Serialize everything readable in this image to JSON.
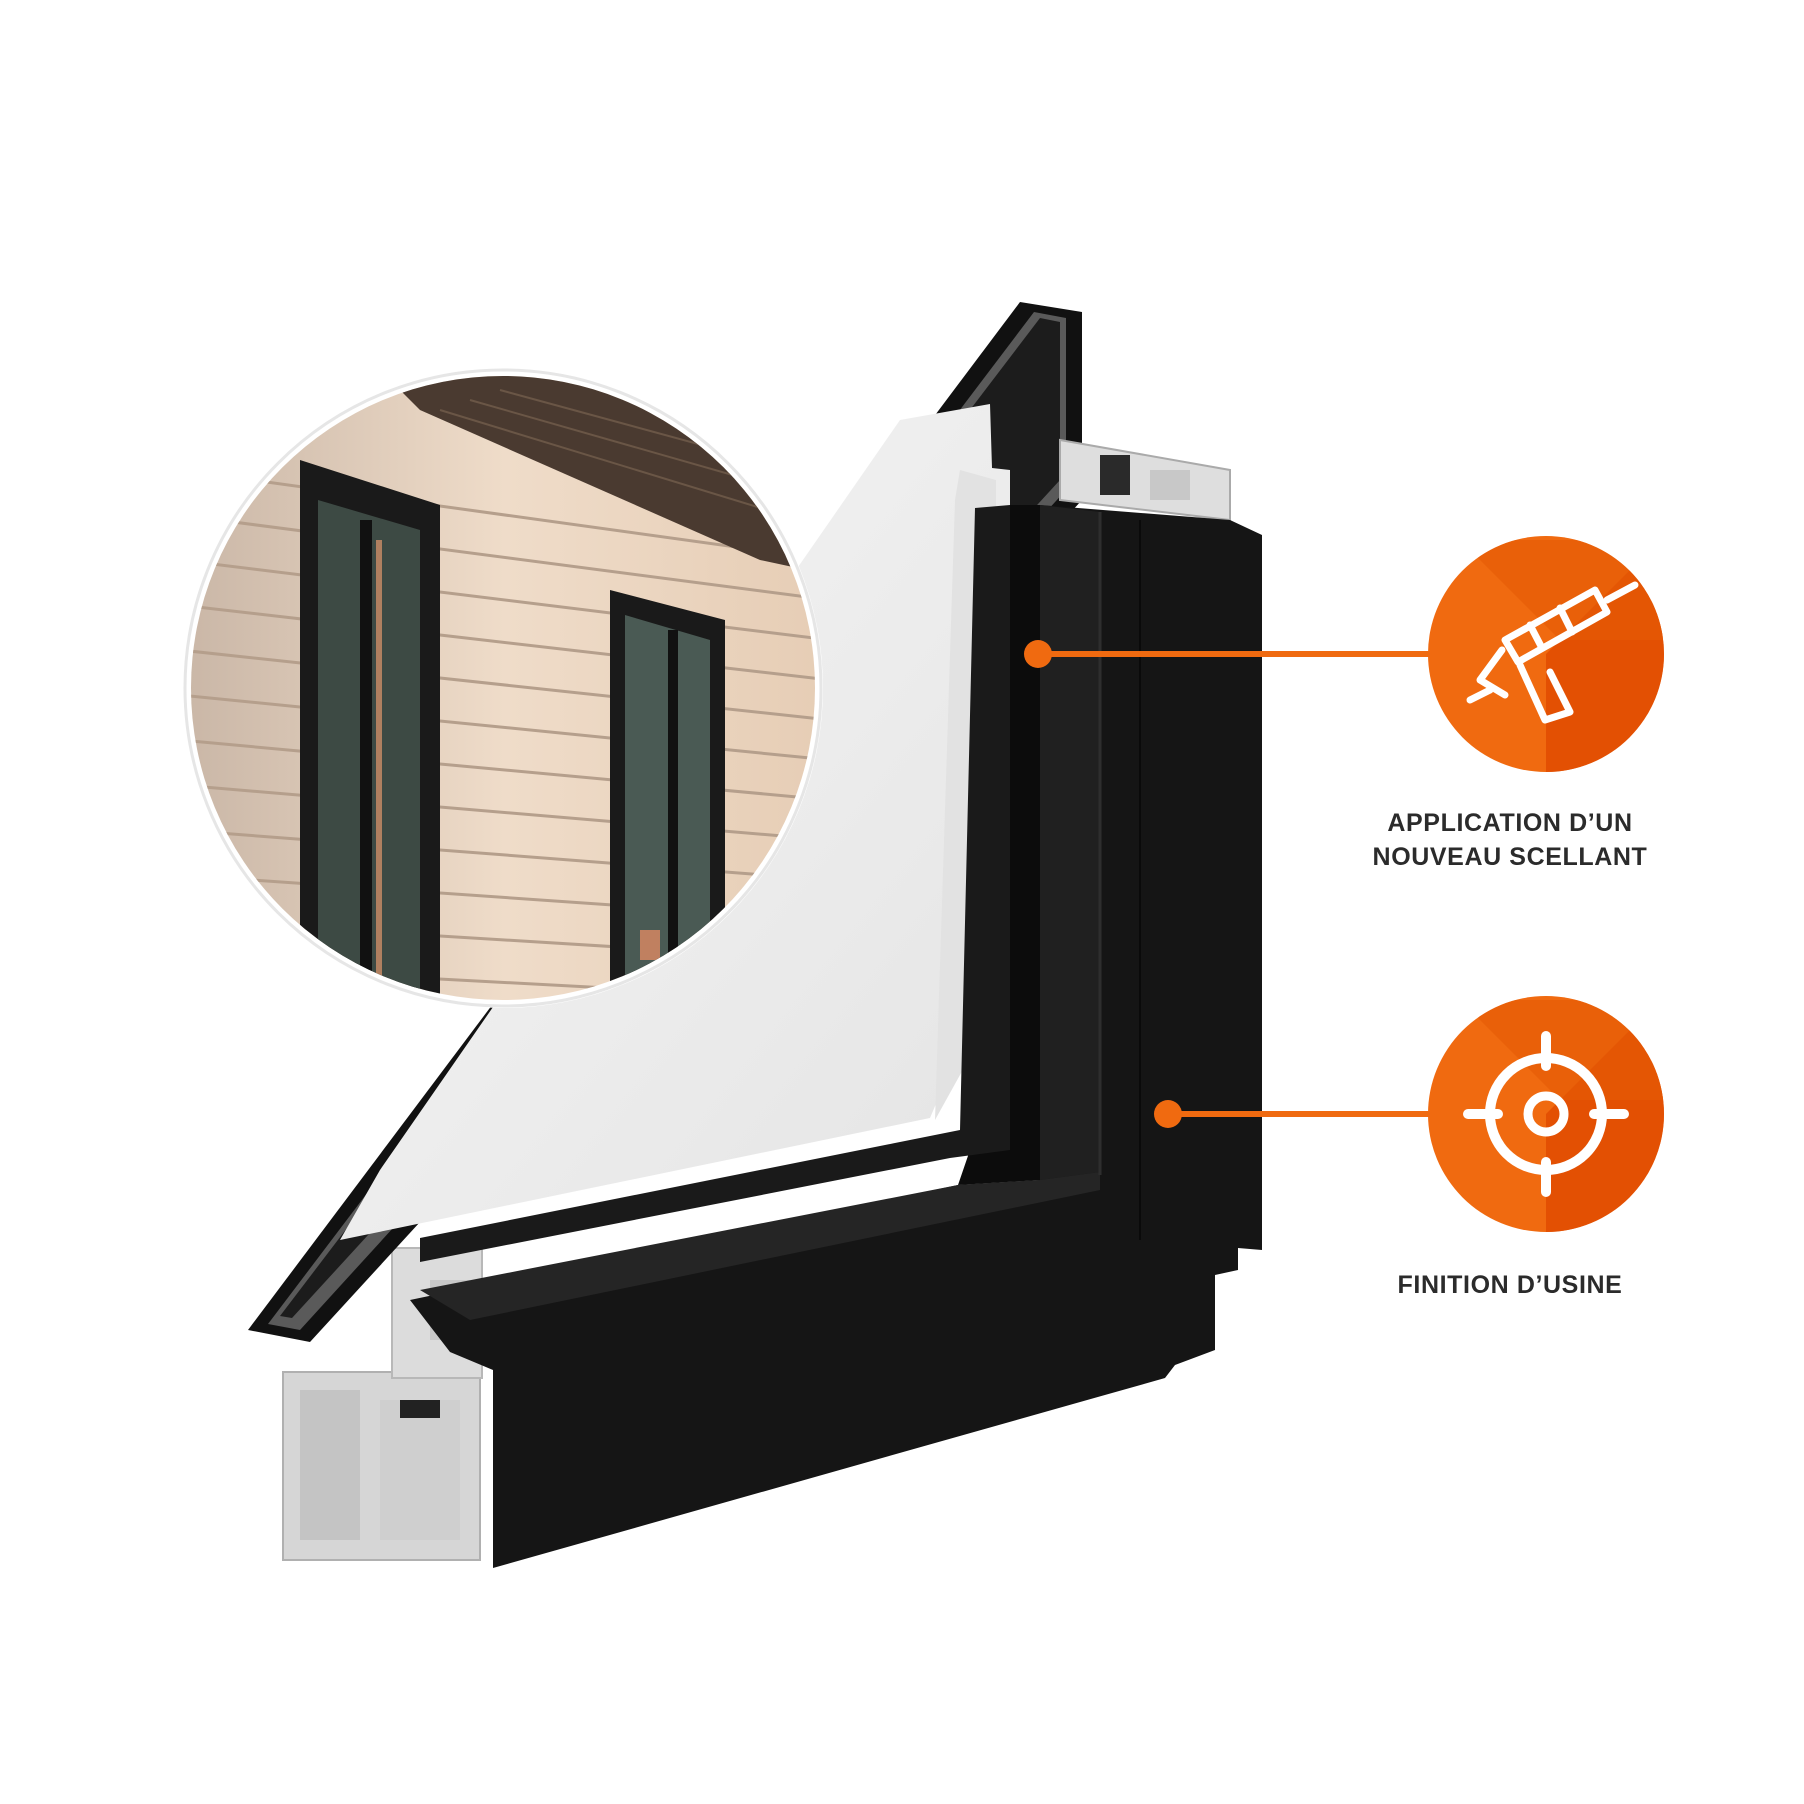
{
  "colors": {
    "accent": "#f06a10",
    "accent_dark": "#e04a00",
    "frame": "#161616",
    "glass": "#eeeeee",
    "pvc": "#d4d4d4",
    "label_text": "#2b2b2b"
  },
  "inset_photo": {
    "description_icon": "house-siding-photo"
  },
  "features": [
    {
      "icon": "caulking-gun-icon",
      "label": "APPLICATION D’UN\nNOUVEAU SCELLANT"
    },
    {
      "icon": "crosshair-target-icon",
      "label": "FINITION D’USINE"
    }
  ]
}
